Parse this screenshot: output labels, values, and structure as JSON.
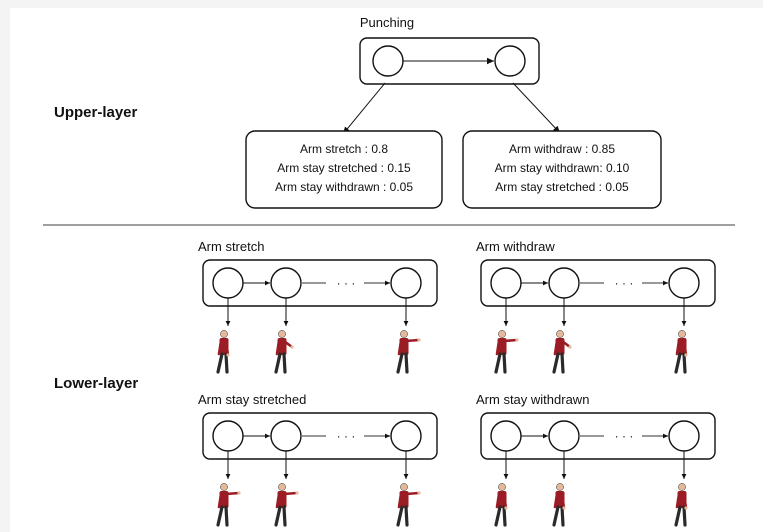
{
  "upper_layer": {
    "label": "Upper-layer",
    "model_title": "Punching",
    "transitions_left": [
      "Arm stretch : 0.8",
      "Arm stay stretched : 0.15",
      "Arm stay withdrawn : 0.05"
    ],
    "transitions_right": [
      "Arm withdraw : 0.85",
      "Arm stay withdrawn: 0.10",
      "Arm stay stretched : 0.05"
    ]
  },
  "lower_layer": {
    "label": "Lower-layer",
    "models": [
      {
        "key": "arm-stretch",
        "title": "Arm stretch",
        "poses": [
          "arm-down",
          "arm-bent",
          "arm-extended"
        ]
      },
      {
        "key": "arm-withdraw",
        "title": "Arm withdraw",
        "poses": [
          "arm-extended",
          "arm-bent",
          "arm-down"
        ]
      },
      {
        "key": "arm-stay-stretched",
        "title": "Arm stay stretched",
        "poses": [
          "arm-extended",
          "arm-extended",
          "arm-extended"
        ]
      },
      {
        "key": "arm-stay-withdrawn",
        "title": "Arm stay withdrawn",
        "poses": [
          "arm-down",
          "arm-down",
          "arm-down"
        ]
      }
    ],
    "ellipsis": "· · ·"
  },
  "colors": {
    "line": "#111111",
    "figure_shirt": "#9b1c24",
    "figure_pants": "#2a2a2a",
    "figure_skin": "#e4b99a"
  },
  "icons": {
    "state": "state-node-icon",
    "person": "person-pose-icon"
  }
}
